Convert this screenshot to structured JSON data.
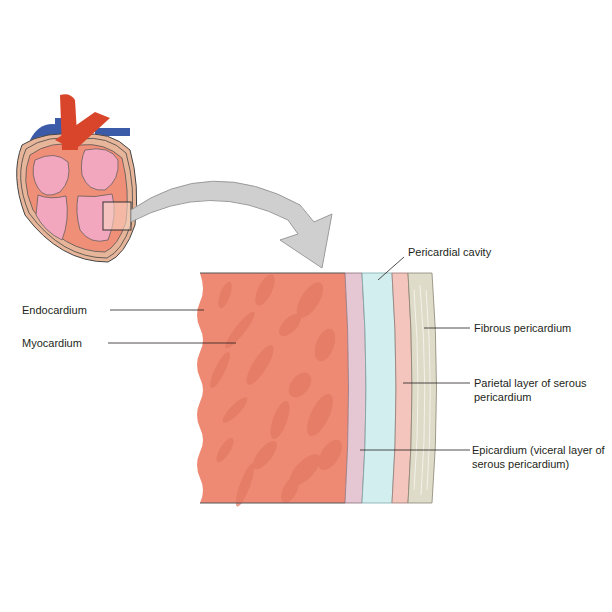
{
  "diagram": {
    "labels": [
      "Pericardial cavity",
      "Endocardium",
      "Myocardium",
      "Fibrous pericardium",
      "Parietal layer of serous pericardium",
      "Epicardium (viceral layer of serous pericardium)"
    ]
  }
}
